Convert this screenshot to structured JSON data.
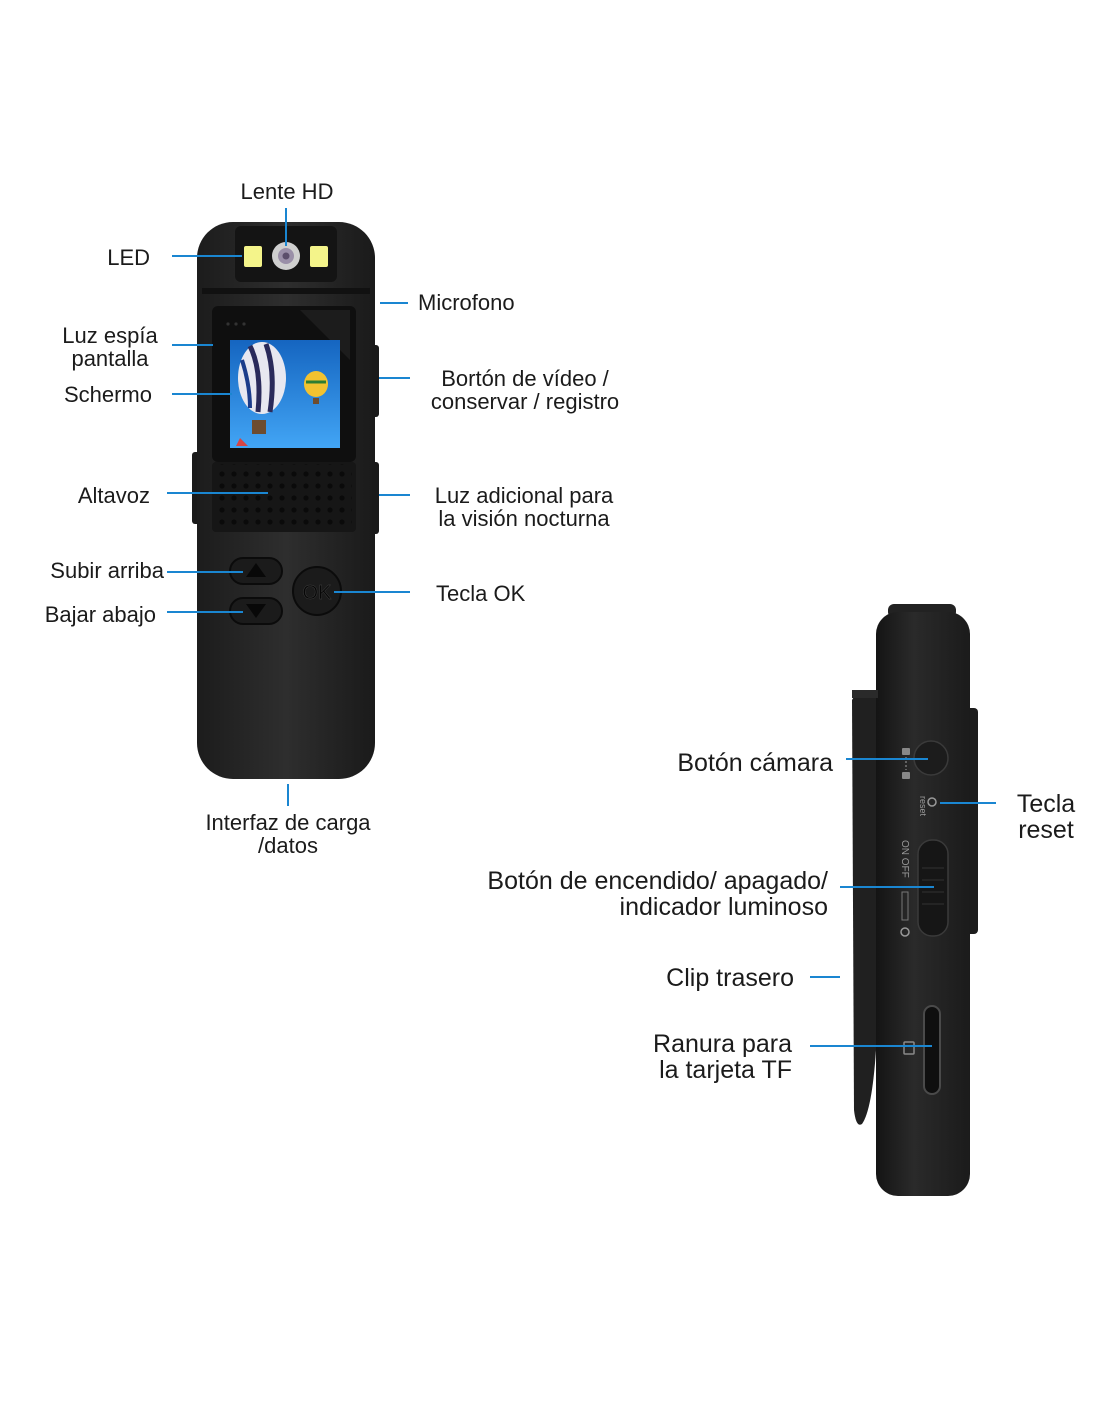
{
  "colors": {
    "leader_line": "#1a86d1",
    "device_body": "#262626",
    "led": "#f4f48a",
    "screen_sky": "#1e88e5"
  },
  "front_view": {
    "labels": {
      "lens": "Lente HD",
      "led": "LED",
      "microphone": "Microfono",
      "screen_light_line1": "Luz espía",
      "screen_light_line2": "pantalla",
      "screen": "Schermo",
      "video_button_line1": "Bortón de vídeo /",
      "video_button_line2": "conservar / registro",
      "speaker": "Altavoz",
      "night_light_line1": "Luz adicional para",
      "night_light_line2": "la visión nocturna",
      "up": "Subir arriba",
      "down": "Bajar abajo",
      "ok_key": "Tecla OK",
      "charge_line1": "Interfaz de carga",
      "charge_line2": "/datos"
    },
    "ok_glyph": "OK"
  },
  "side_view": {
    "labels": {
      "camera_button": "Botón cámara",
      "reset_line1": "Tecla",
      "reset_line2": "reset",
      "power_line1": "Botón de encendido/ apagado/",
      "power_line2": "indicador luminoso",
      "clip": "Clip trasero",
      "tf_line1": "Ranura para",
      "tf_line2": "la tarjeta TF"
    },
    "printed": {
      "reset": "reset",
      "on_off": "ON OFF"
    }
  }
}
